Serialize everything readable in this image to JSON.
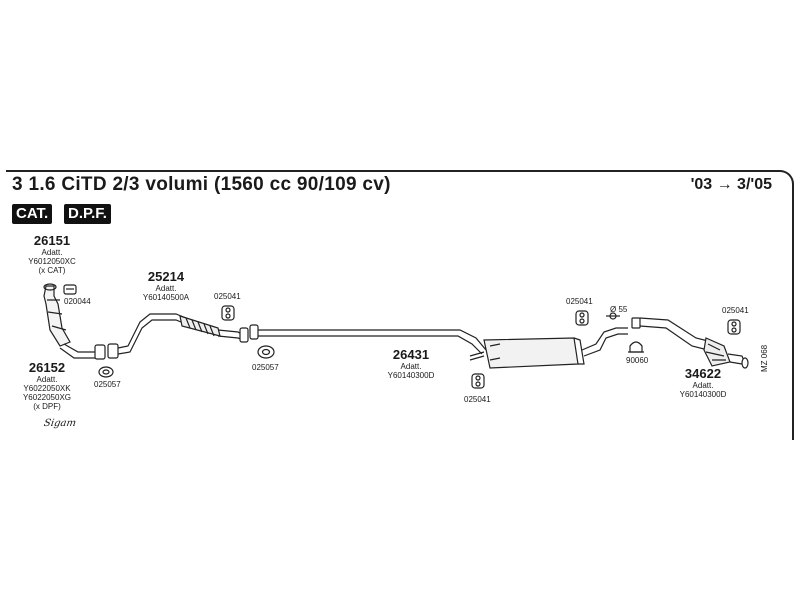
{
  "header": {
    "title": "3 1.6 CiTD 2/3 volumi (1560 cc 90/109 cv)",
    "years": "'03 → 3/'05"
  },
  "badges": [
    "CAT.",
    "D.P.F."
  ],
  "parts": {
    "p26151": {
      "code": "26151",
      "line1": "Adatt.",
      "line2": "Y6012050XC",
      "line3": "(x CAT)"
    },
    "p26152": {
      "code": "26152",
      "line1": "Adatt.",
      "line2": "Y6022050XK",
      "line3": "Y6022050XG",
      "line4": "(x DPF)"
    },
    "p25214": {
      "code": "25214",
      "line1": "Adatt.",
      "line2": "Y60140500A"
    },
    "p26431": {
      "code": "26431",
      "line1": "Adatt.",
      "line2": "Y60140300D"
    },
    "p34622": {
      "code": "34622",
      "line1": "Adatt.",
      "line2": "Y60140300D"
    }
  },
  "small_parts": {
    "s020044": "020044",
    "s025057a": "025057",
    "s025041a": "025041",
    "s025057b": "025057",
    "s025041b": "025041",
    "s025041c": "025041",
    "s90060": "90060",
    "s025041d": "025041",
    "diameter": "Ø 55"
  },
  "brand": "Sigam",
  "ref_code": "MZ 068"
}
